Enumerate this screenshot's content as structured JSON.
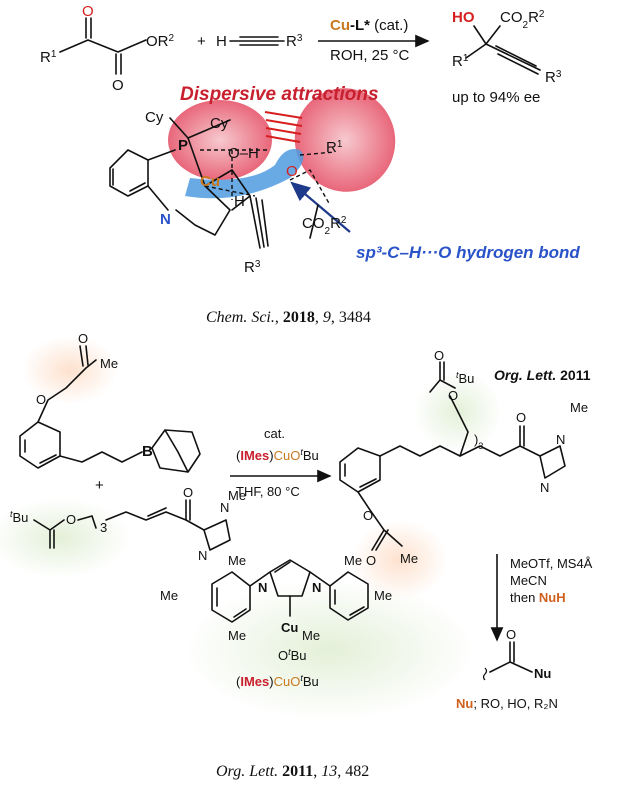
{
  "top": {
    "reagent": "Cu-L* (cat.)",
    "reagent_cu": "Cu",
    "reagent_l": "-L*",
    "reagent_cat": " (cat.)",
    "conditions": "ROH, 25 °C",
    "plus": "+",
    "r1": "R",
    "r2": "OR",
    "h": "H",
    "r3": "R",
    "product_ho": "HO",
    "product_co2r2": "CO",
    "ee": "up to 94% ee",
    "dispersive": "Dispersive attractions",
    "hbond": "sp³-C–H···O hydrogen bond",
    "cy1": "Cy",
    "cy2": "Cy",
    "p": "P",
    "o_h": "O–H",
    "cu": "Cu",
    "n": "N",
    "h_small": "H",
    "o_blue": "O",
    "r1_complex": "R",
    "co2r2_complex": "CO",
    "r3_complex": "R"
  },
  "cite1": {
    "journal": "Chem. Sci.",
    "year": "2018",
    "vol": "9",
    "page": "3484"
  },
  "bottom": {
    "header_journal": "Org. Lett.",
    "header_year": "2011",
    "me": "Me",
    "b": "B",
    "plus": "+",
    "tbu": "Bu",
    "n3": "3",
    "o": "O",
    "cat": "cat.",
    "imes": "IMes",
    "cuotbu": "CuO",
    "cond": "THF, 80 °C",
    "meotf": "MeOTf, MS4Å",
    "mecn": "MeCN",
    "then": "then ",
    "nuh": "NuH",
    "nu_label": "Nu",
    "nu_list": "; RO, HO, R₂N",
    "nu_product": "Nu",
    "complex_label_imes": "IMes",
    "complex_label_cu": "CuO",
    "complex_label_tbu": "Bu"
  },
  "cite2": {
    "journal": "Org. Lett.",
    "year": "2011",
    "vol": "13",
    "page": "482"
  }
}
